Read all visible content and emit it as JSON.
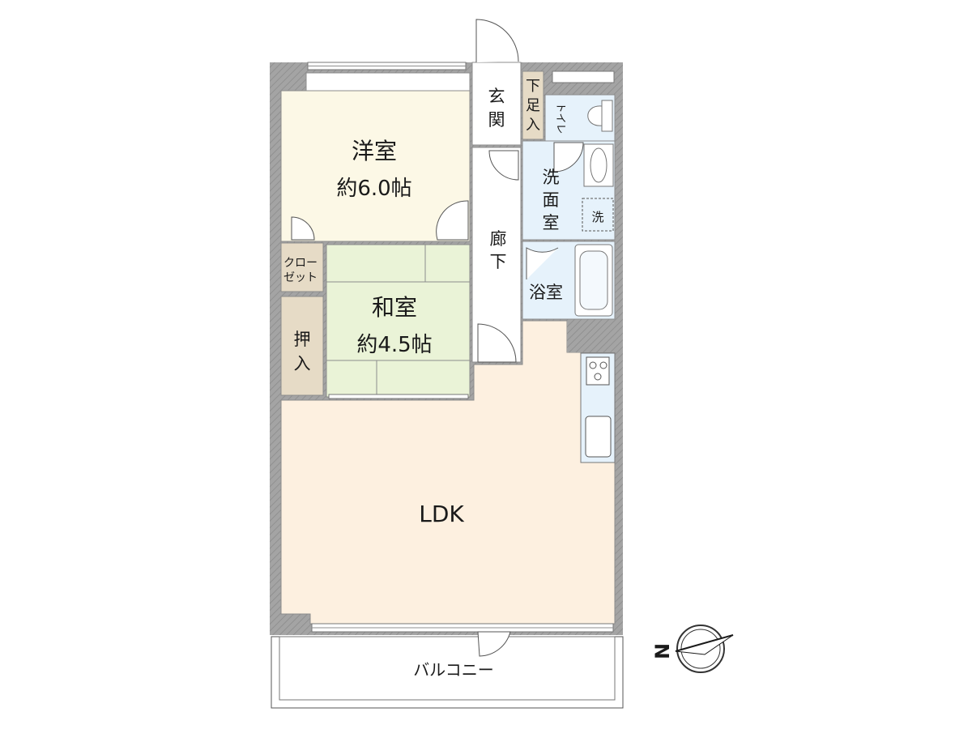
{
  "rooms": {
    "western": {
      "name": "洋室",
      "area": "約6.0帖"
    },
    "japanese": {
      "name": "和室",
      "area": "約4.5帖"
    },
    "closet": {
      "line1": "クロー",
      "line2": "ゼット"
    },
    "oshiire": {
      "line1": "押",
      "line2": "入"
    },
    "entrance": {
      "line1": "玄",
      "line2": "関"
    },
    "shoe_storage": {
      "line1": "下",
      "line2": "足",
      "line3": "入"
    },
    "toilet": "トイレ",
    "washroom": {
      "line1": "洗",
      "line2": "面",
      "line3": "室"
    },
    "washer": "洗",
    "hallway": {
      "line1": "廊",
      "line2": "下"
    },
    "bath": "浴室",
    "ldk": "LDK",
    "balcony": "バルコニー"
  },
  "compass": {
    "north": "N"
  },
  "colors": {
    "western_room": "#fcf8e6",
    "japanese_room": "#eaf3d7",
    "ldk": "#fdf0e0",
    "storage": "#e6dbc6",
    "wet_area": "#e6f2fb",
    "wall": "#9e9e9e",
    "balcony": "#ffffff"
  }
}
